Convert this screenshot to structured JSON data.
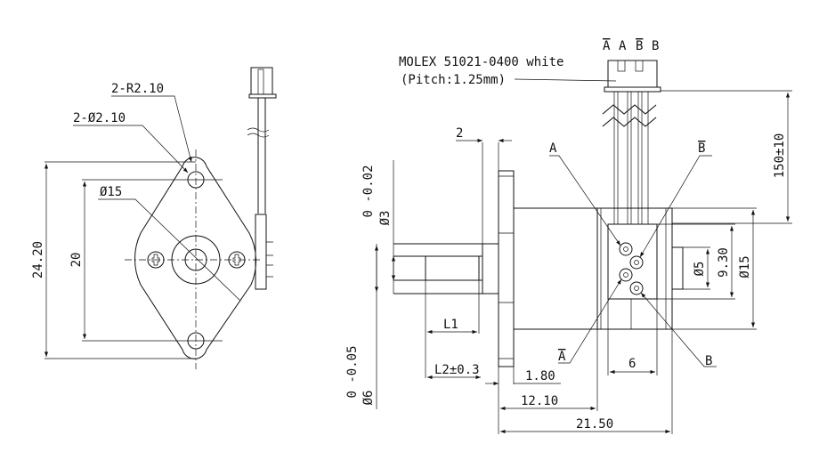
{
  "front_view": {
    "radius_callout": "2-R2.10",
    "hole_callout": "2-Ø2.10",
    "body_diameter": "Ø15",
    "overall_height": "24.20",
    "hole_spacing": "20"
  },
  "side_view": {
    "connector_note": "MOLEX 51021-0400 white",
    "pitch_note": "(Pitch:1.25mm)",
    "pin_labels": [
      "A",
      "A",
      "B",
      "B"
    ],
    "pin_overlined": [
      true,
      false,
      true,
      false
    ],
    "cable_length": "150±10",
    "flange_thickness": "2",
    "shaft_small_dia": "Ø3",
    "shaft_small_tol": "0   -0.02",
    "shaft_large_dia": "Ø6",
    "shaft_large_tol": "0   -0.05",
    "l1": "L1",
    "l2": "L2±0.3",
    "dim_1_80": "1.80",
    "dim_12_10": "12.10",
    "dim_21_50": "21.50",
    "dim_6": "6",
    "dim_5": "Ø5",
    "dim_9_30": "9.30",
    "dim_15": "Ø15",
    "coil_labels": {
      "a": "A",
      "b_bar": "B",
      "a_bar": "A",
      "b": "B"
    }
  }
}
